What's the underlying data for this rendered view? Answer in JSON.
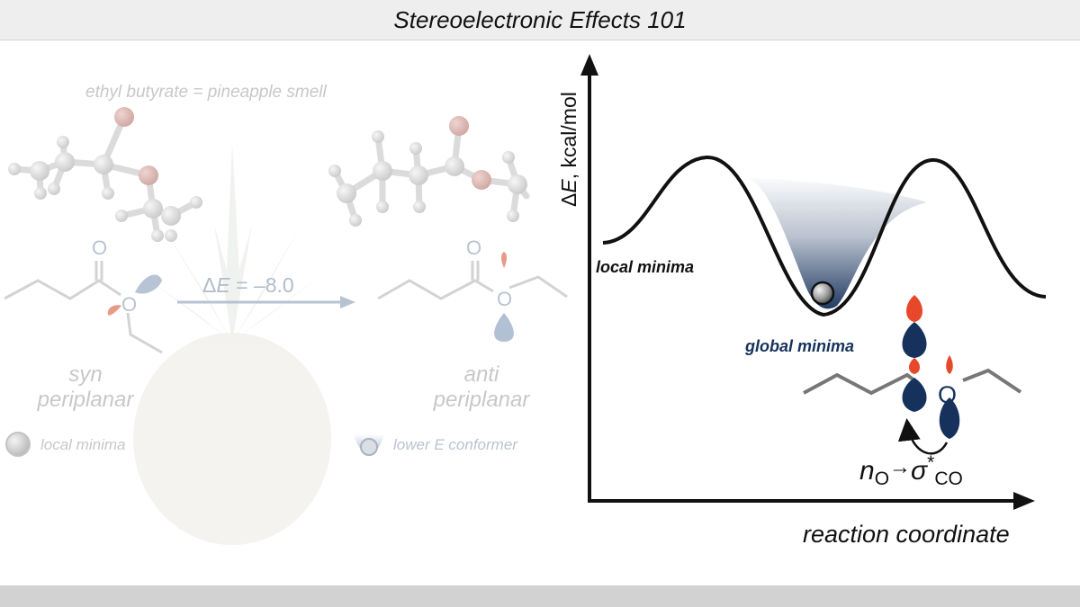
{
  "title": "Stereoelectronic Effects 101",
  "left_panel": {
    "molecule_caption": "ethyl butyrate = pineapple smell",
    "arrow_label_prefix": "Δ",
    "arrow_label_var": "E",
    "arrow_label_value": " = –8.0",
    "carbonyl_atom": "O",
    "ester_atom": "O",
    "syn_label_line1": "syn",
    "syn_label_line2": "periplanar",
    "anti_label_line1": "anti",
    "anti_label_line2": "periplanar",
    "legend_local": "local minima",
    "legend_lower": "lower E conformer"
  },
  "energy_diagram": {
    "y_axis_prefix": "Δ",
    "y_axis_var": "E",
    "y_axis_unit": ", kcal/mol",
    "x_axis_label": "reaction coordinate",
    "local_minima_label": "local minima",
    "global_minima_label": "global minima",
    "oxygen_label": "O",
    "interaction": {
      "n": "n",
      "n_sub": "O",
      "arrow": "→",
      "sigma": "σ",
      "star": "*",
      "sigma_sub": "CO"
    }
  },
  "colors": {
    "navy": "#16325c",
    "orange_red": "#e8482a",
    "faded_gray": "#bdbdbd",
    "faded_blue": "#9fb0c8"
  }
}
